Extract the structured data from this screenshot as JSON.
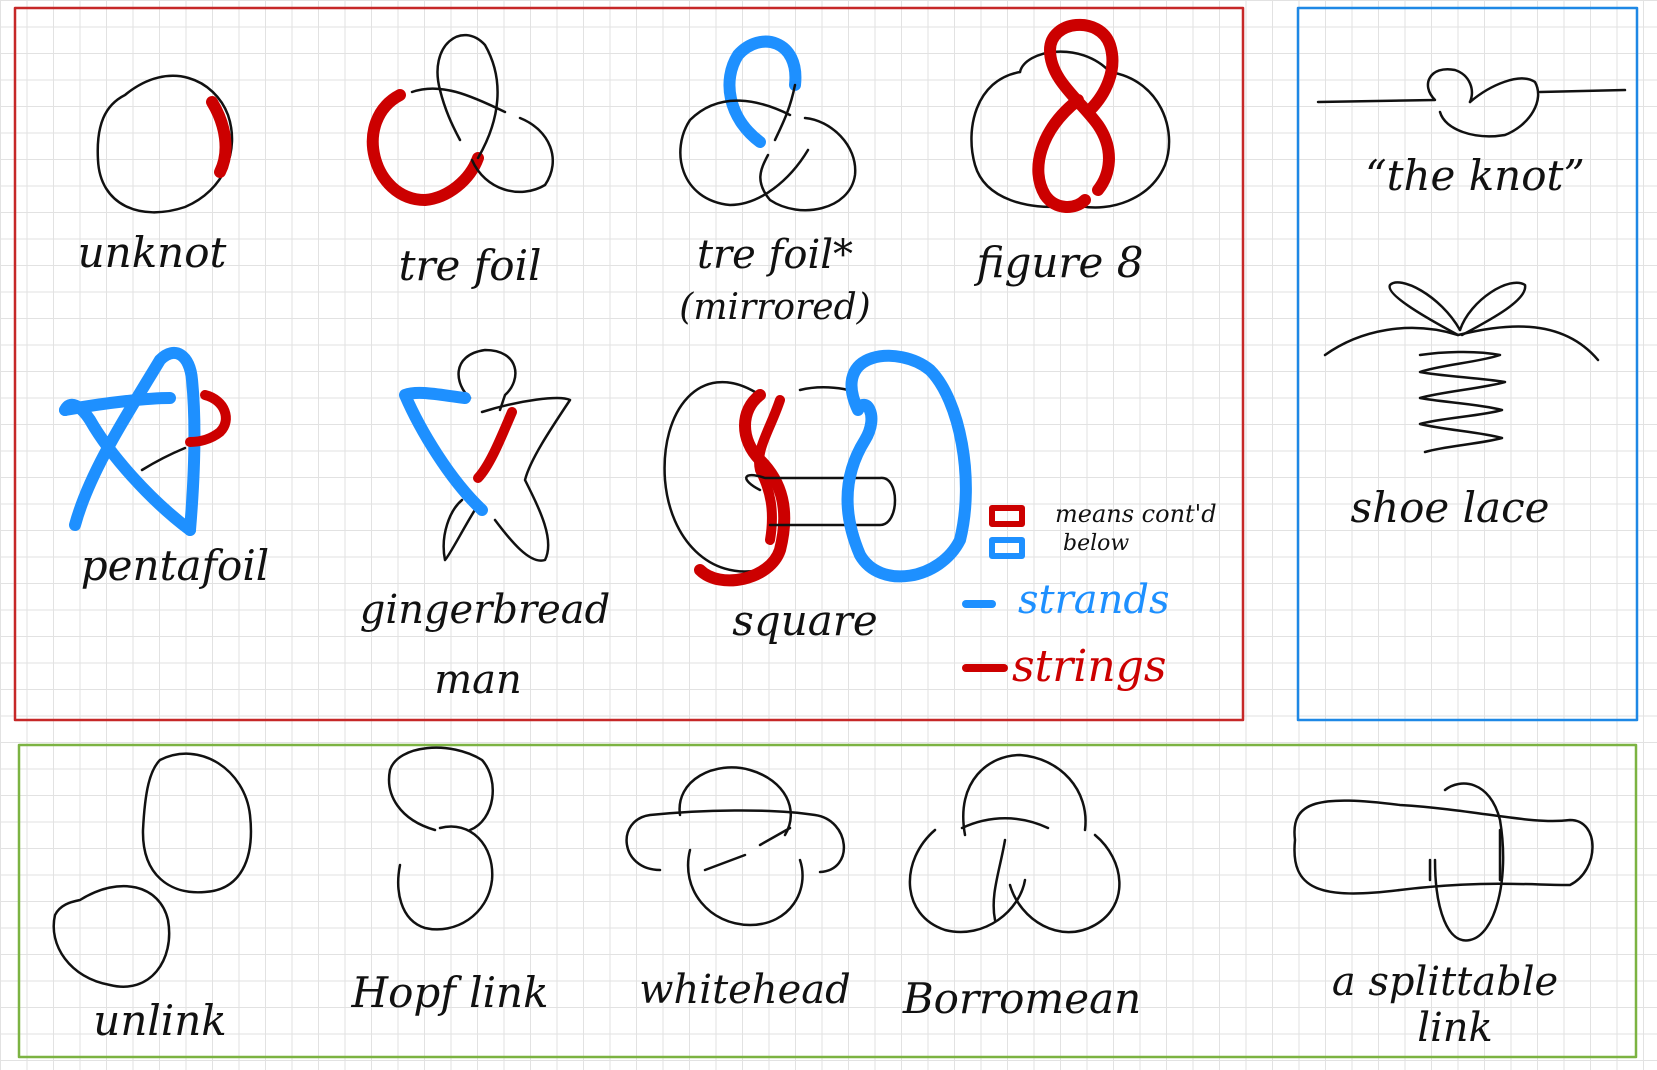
{
  "colors": {
    "knot_red": "#cc0000",
    "strand_blue": "#1e90ff",
    "ink": "#111111",
    "frame_red": "#c62828",
    "frame_blue": "#1e88e5",
    "frame_green": "#7cb342",
    "grid": "#e2e2e2"
  },
  "knots": {
    "unknot": "unknot",
    "trefoil": "tre foil",
    "trefoil_mirrored_1": "tre foil*",
    "trefoil_mirrored_2": "(mirrored)",
    "figure8": "figure 8",
    "pentafoil": "pentafoil",
    "gingerbread_1": "gingerbread",
    "gingerbread_2": "man",
    "square": "square"
  },
  "legend": {
    "cont_1": "means cont'd",
    "cont_2": "below",
    "strands": "strands",
    "strings": "strings"
  },
  "tied": {
    "the_knot": "“the knot”",
    "shoelace": "shoe lace"
  },
  "links": {
    "unlink": "unlink",
    "hopf": "Hopf link",
    "whitehead": "whitehead",
    "borromean": "Borromean",
    "splittable_1": "a splittable",
    "splittable_2": "link"
  }
}
